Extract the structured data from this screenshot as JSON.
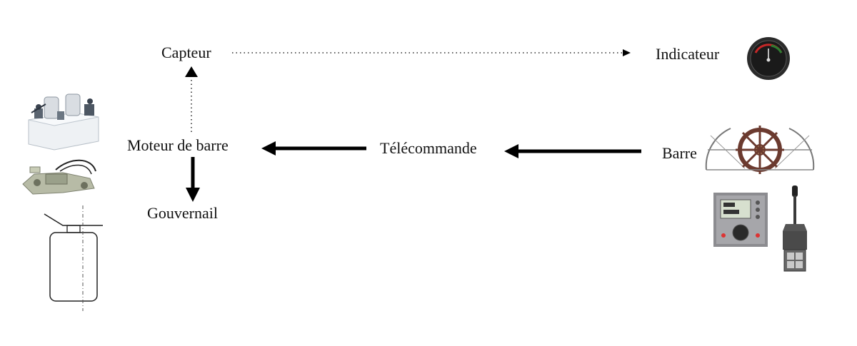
{
  "diagram": {
    "nodes": {
      "capteur": "Capteur",
      "indicateur": "Indicateur",
      "moteur": "Moteur de barre",
      "telecommande": "Télécommande",
      "barre": "Barre",
      "gouvernail": "Gouvernail"
    },
    "edges": [
      {
        "from": "moteur",
        "to": "capteur",
        "style": "dotted"
      },
      {
        "from": "capteur",
        "to": "indicateur",
        "style": "dotted"
      },
      {
        "from": "barre",
        "to": "telecommande",
        "style": "solid"
      },
      {
        "from": "telecommande",
        "to": "moteur",
        "style": "solid"
      },
      {
        "from": "moteur",
        "to": "gouvernail",
        "style": "solid"
      }
    ],
    "pictures": [
      "hydraulic-power-unit",
      "linear-actuator",
      "rudder-outline",
      "rudder-angle-gauge",
      "ship-wheel",
      "autopilot-control-panel",
      "joystick-lever"
    ],
    "colors": {
      "line": "#000000",
      "gauge_face": "#1f1f1f",
      "wheel_wood": "#6b3a2f",
      "panel_grey": "#8c8c90"
    }
  }
}
